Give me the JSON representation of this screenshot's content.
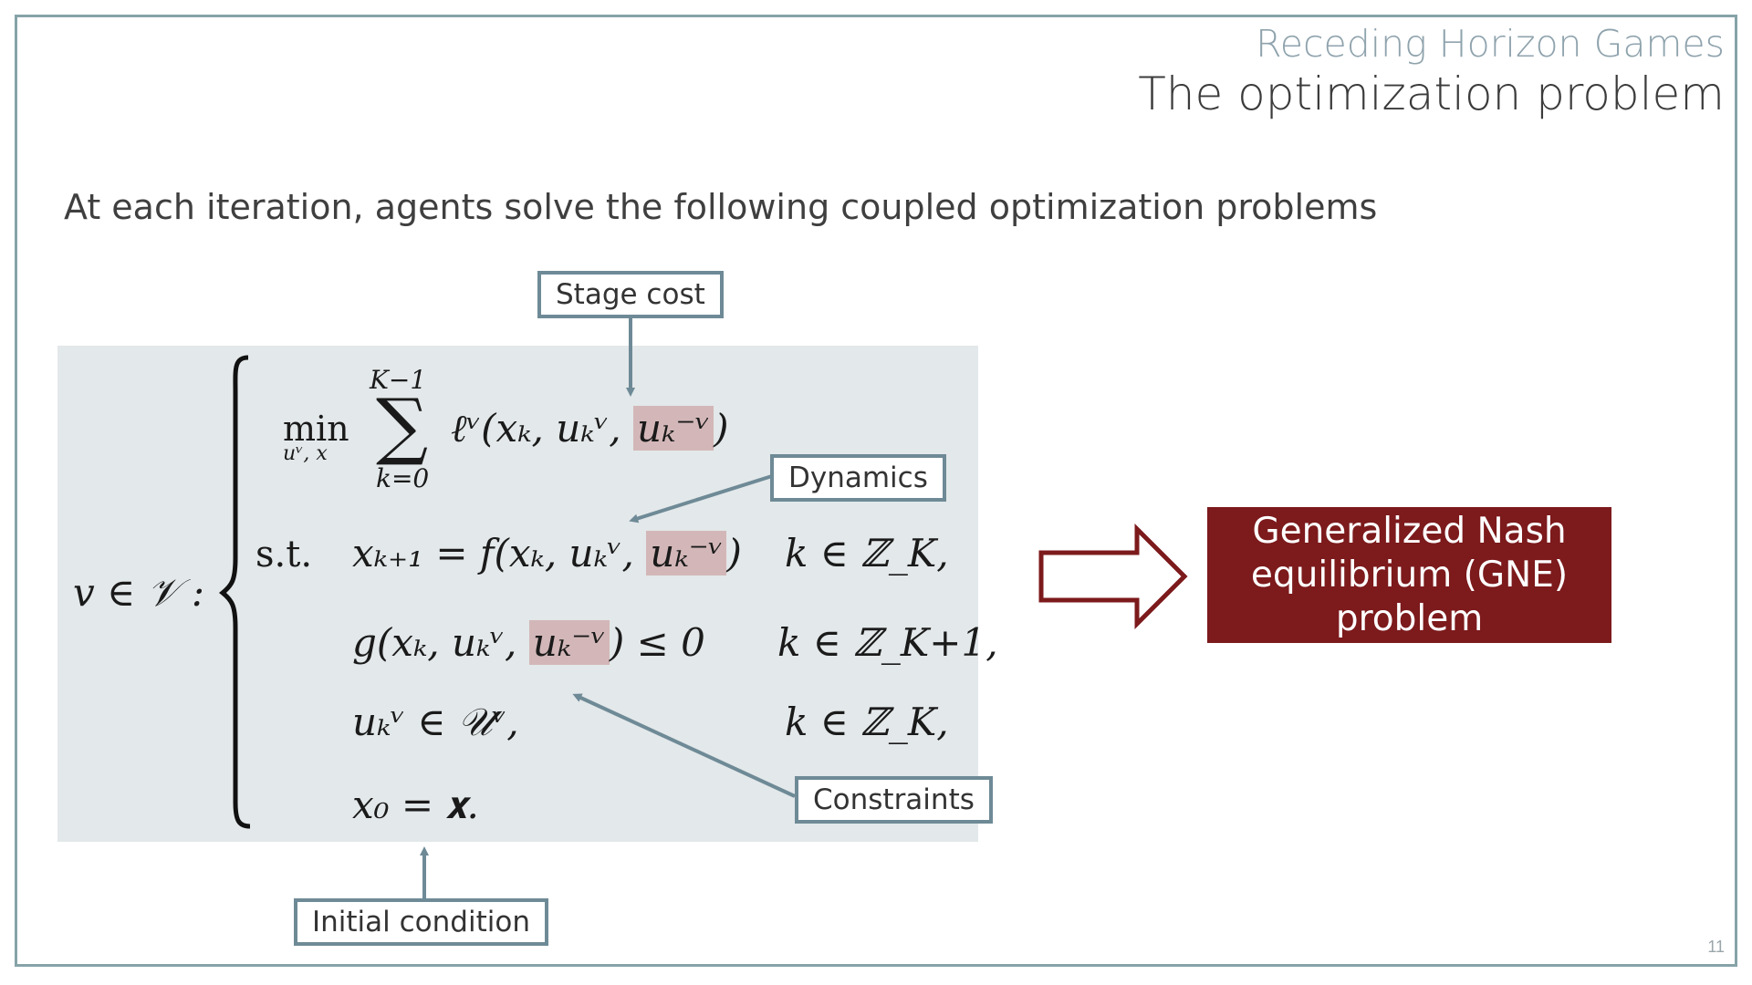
{
  "header": {
    "section": "Receding Horizon Games",
    "title": "The optimization problem"
  },
  "intro": "At each iteration, agents solve the following coupled optimization problems",
  "equation": {
    "prefix": "v ∈ 𝒱 :",
    "objective_min": "min",
    "objective_sub": "uᵛ, x",
    "sum_upper": "K−1",
    "sum_lower": "k=0",
    "stage_cost": "ℓᵛ(xₖ, uₖᵛ, ",
    "coupled_term": "uₖ⁻ᵛ",
    "st": "s.t.",
    "dynamics": "xₖ₊₁ = f(xₖ, uₖᵛ, ",
    "dynamics_range": "k ∈ ℤ_K,",
    "constraint_g": "g(xₖ, uₖᵛ, ",
    "constraint_g_tail": ") ≤ 0",
    "constraint_g_range": "k ∈ ℤ_K+1,",
    "input_set": "uₖᵛ ∈ 𝒰ᵛ,",
    "input_set_range": "k ∈ ℤ_K,",
    "initial": "x₀ = 𝐱."
  },
  "labels": {
    "stage_cost": "Stage cost",
    "dynamics": "Dynamics",
    "constraints": "Constraints",
    "initial_condition": "Initial condition"
  },
  "result": {
    "line1": "Generalized Nash",
    "line2": "equilibrium (GNE)",
    "line3": "problem"
  },
  "page_number": "11",
  "colors": {
    "frame": "#86a3a8",
    "eq_background": "#e3e8ea",
    "highlight": "#d3b7b8",
    "label_border": "#6e8a96",
    "accent": "#7c1a1c"
  }
}
